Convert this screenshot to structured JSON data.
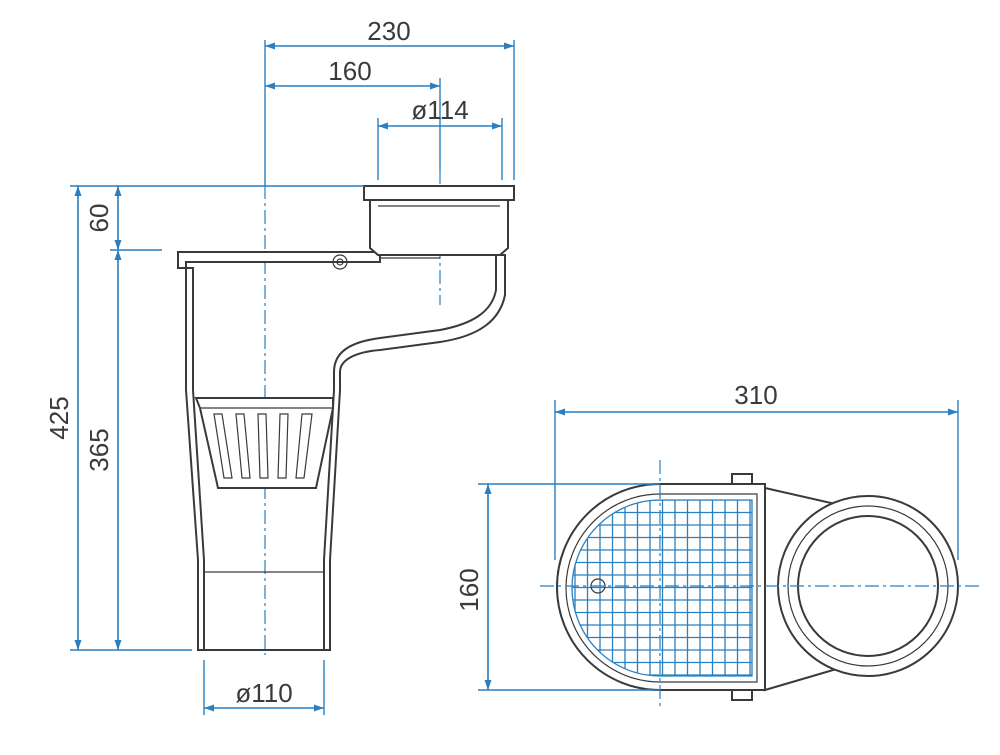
{
  "colors": {
    "dimension": "#2a7fc0",
    "outline": "#3a3a3a",
    "background": "#ffffff"
  },
  "dimensions": {
    "top_width": "230",
    "inner_width": "160",
    "outlet_diameter_top": "ø114",
    "inlet_depth": "60",
    "total_height": "425",
    "body_height": "365",
    "outlet_diameter_bottom": "ø110",
    "plan_length": "310",
    "plan_width": "160"
  }
}
